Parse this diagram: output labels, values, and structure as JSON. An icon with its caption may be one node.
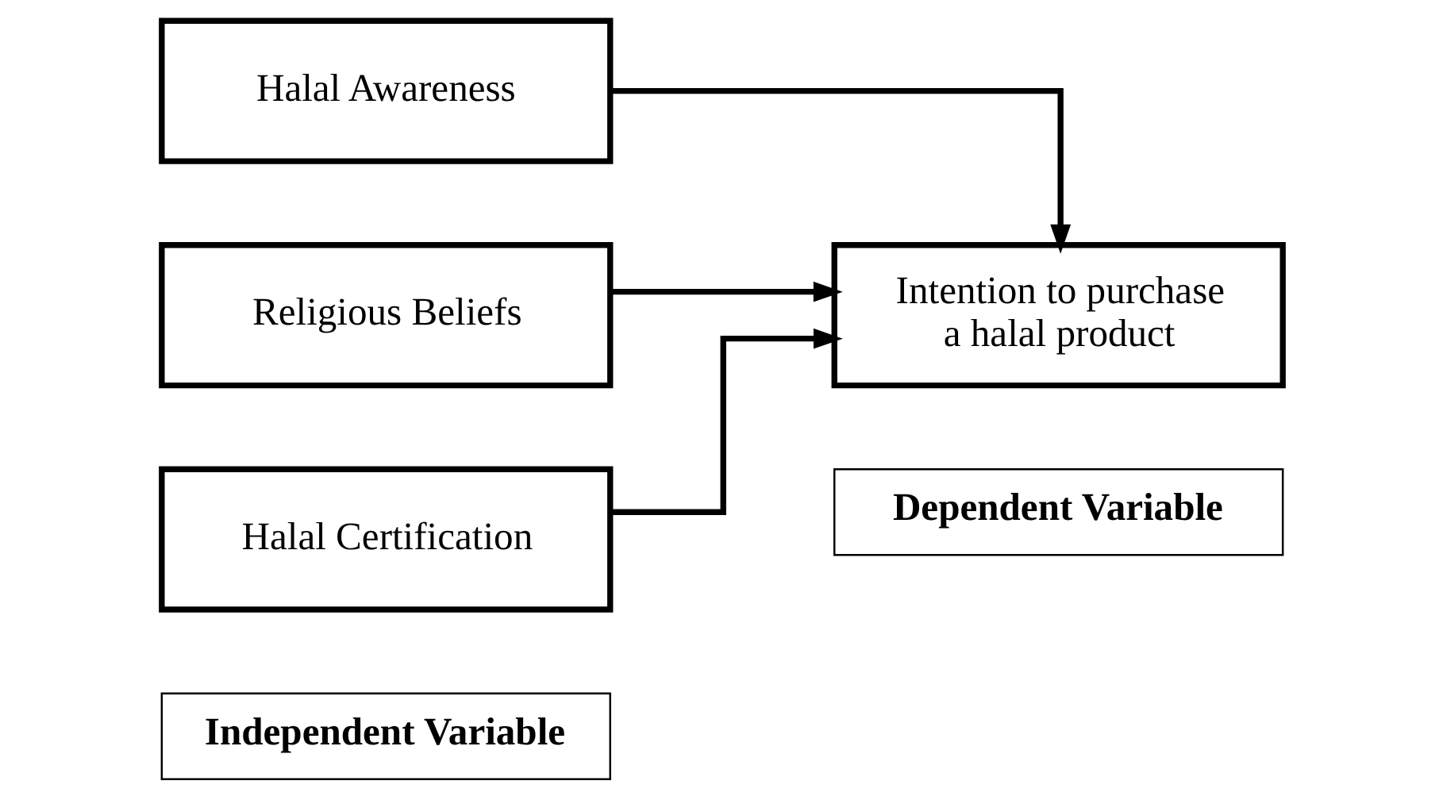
{
  "diagram": {
    "nodes": [
      {
        "text": [
          "Independent Variable"
        ]
      },
      {
        "text": [
          "Dependent Variable"
        ]
      },
      {
        "text": [
          "Halal Awareness"
        ]
      },
      {
        "text": [
          "Religious Beliefs"
        ]
      },
      {
        "text": [
          "Halal Certification"
        ]
      },
      {
        "text": [
          "Intention to purchase a halal product"
        ]
      }
    ],
    "edges": [
      {
        "from": 2,
        "to": 5,
        "arrow": "to"
      },
      {
        "from": 3,
        "to": 5,
        "arrow": "to"
      },
      {
        "from": 4,
        "to": 5,
        "arrow": "to"
      }
    ]
  }
}
